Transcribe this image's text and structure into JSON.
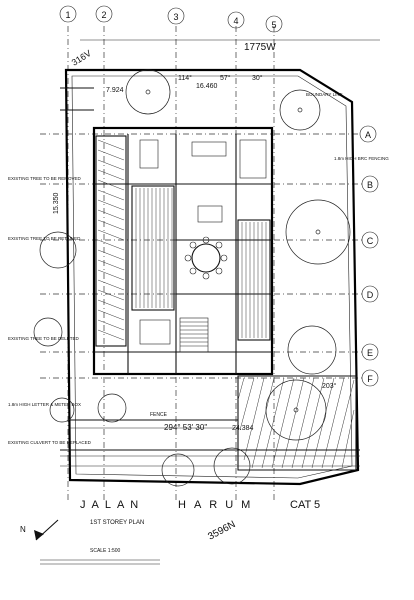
{
  "title": {
    "street_line1": "JALAN",
    "street_line2": "HARUM",
    "category": "CAT 5",
    "plan_name": "1ST STOREY PLAN",
    "scale": "SCALE 1:500"
  },
  "dimensions": {
    "top_span": "1775W",
    "top_bearing": "316V",
    "length_1": "7.924",
    "length_2": "16.460",
    "angle_1": "114°",
    "angle_2": "57°",
    "angle_3": "30°",
    "bottom_bearing": "294° 53' 30\"",
    "bottom_length": "24.384",
    "side_bearing": "3596N",
    "side_length": "15.350",
    "angle_right": "203°"
  },
  "grid": {
    "columns": [
      "1",
      "2",
      "3",
      "4",
      "5"
    ],
    "rows": [
      "A",
      "B",
      "C",
      "D",
      "E",
      "F"
    ]
  },
  "notes": [
    "EXISTING TREE TO BE REMOVED",
    "EXISTING TREE TO BE RETAINED",
    "EXISTING TREE TO BE DELETED",
    "1.8m HIGH BRC FENCING",
    "1.8m HIGH LETTER & METER BOX",
    "EXISTING CULVERT TO BE REPLACED",
    "BOUNDARY LINE",
    "FENCE"
  ]
}
